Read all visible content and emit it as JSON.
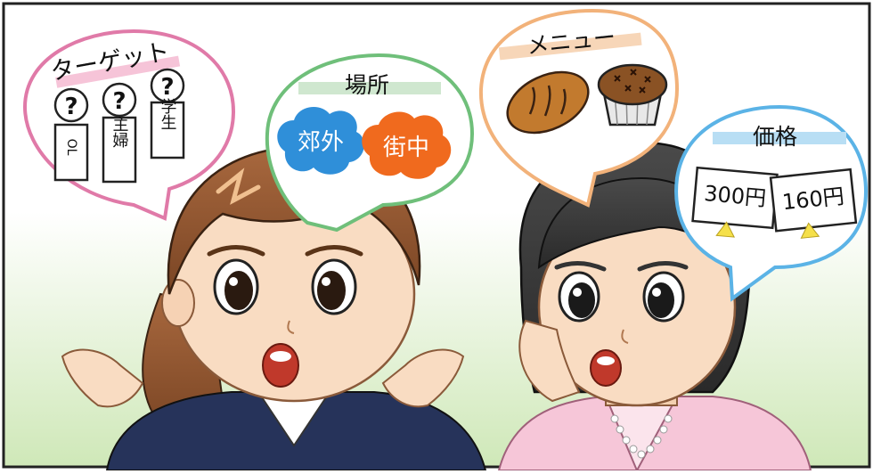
{
  "bubbles": {
    "target": {
      "title": "ターゲット",
      "pins": [
        "OL",
        "主婦",
        "学生"
      ],
      "pin_mark": "?"
    },
    "place": {
      "title": "場所",
      "options": [
        "郊外",
        "街中"
      ]
    },
    "menu": {
      "title": "メニュー",
      "items_icons": [
        "bread-icon",
        "muffin-icon"
      ]
    },
    "price": {
      "title": "価格",
      "tags": [
        "300円",
        "160円"
      ]
    }
  },
  "colors": {
    "target_border": "#e07aa8",
    "place_border": "#6fbf7a",
    "menu_border": "#f2b27a",
    "price_border": "#5bb3e6",
    "place_cloud_blue": "#2f8fd9",
    "place_cloud_orange": "#f06a1e",
    "background_top": "#ffffff",
    "background_bottom": "#cfe8b8"
  }
}
